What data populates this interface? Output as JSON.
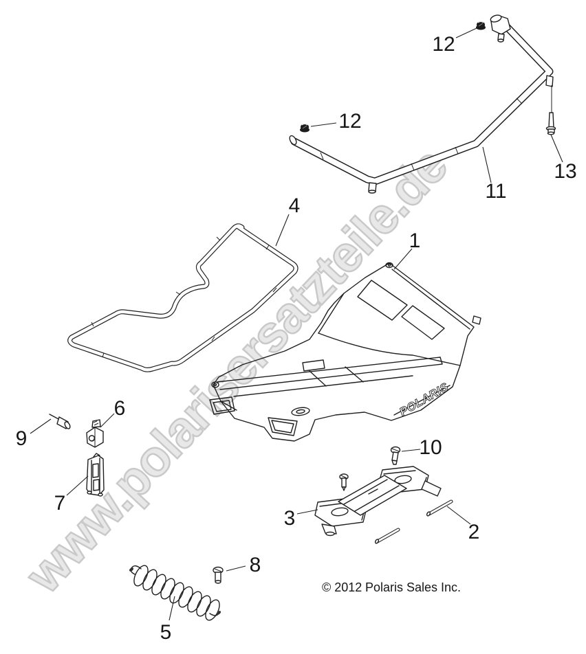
{
  "watermark": {
    "text": "www.polarisersatzteile.de"
  },
  "copyright": {
    "symbol_year": "© 2012",
    "company": "Polaris Sales Inc."
  },
  "hood_logo": "POLARIS",
  "callouts": [
    {
      "label": "1"
    },
    {
      "label": "2"
    },
    {
      "label": "3"
    },
    {
      "label": "4"
    },
    {
      "label": "5"
    },
    {
      "label": "6"
    },
    {
      "label": "7"
    },
    {
      "label": "8"
    },
    {
      "label": "9"
    },
    {
      "label": "10"
    },
    {
      "label": "11"
    },
    {
      "label": "12"
    },
    {
      "label": "12"
    },
    {
      "label": "13"
    }
  ],
  "colors": {
    "line": "#1f1f1f",
    "watermark_fill": "#e8e8e8",
    "watermark_outline": "#c9c9c9",
    "background": "#ffffff"
  }
}
